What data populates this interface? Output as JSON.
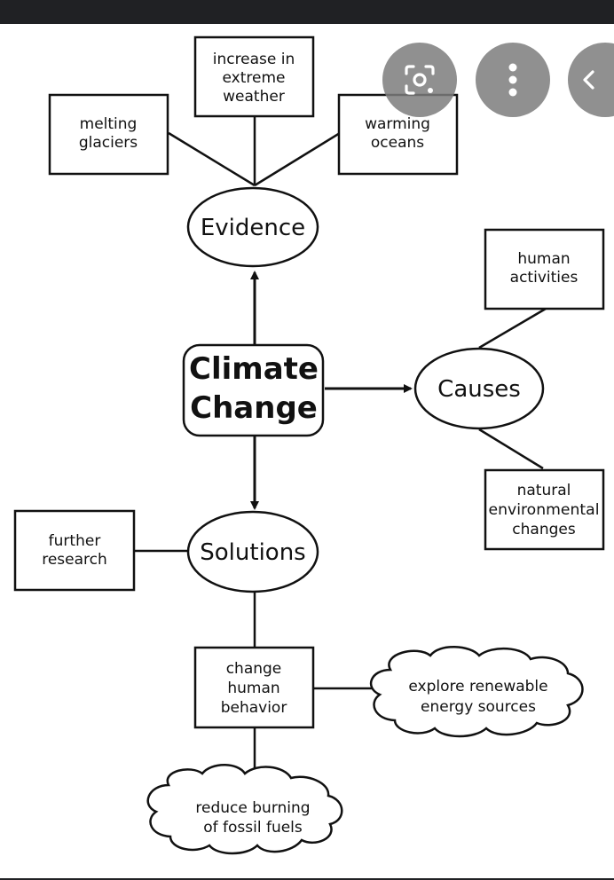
{
  "center": {
    "line1": "Climate",
    "line2": "Change"
  },
  "nodes": {
    "evidence": "Evidence",
    "causes": "Causes",
    "solutions": "Solutions"
  },
  "evidence_items": {
    "melting_glaciers": [
      "melting",
      "glaciers"
    ],
    "increase_extreme_weather": [
      "increase in",
      "extreme",
      "weather"
    ],
    "warming_oceans": [
      "warming",
      "oceans"
    ]
  },
  "cause_items": {
    "human_activities": [
      "human",
      "activities"
    ],
    "natural_changes": [
      "natural",
      "environmental",
      "changes"
    ]
  },
  "solution_items": {
    "further_research": [
      "further",
      "research"
    ],
    "change_behavior": [
      "change",
      "human",
      "behavior"
    ],
    "renewable": [
      "explore renewable",
      "energy sources"
    ],
    "fossil_fuels": [
      "reduce burning",
      "of fossil fuels"
    ]
  },
  "overlay_icons": [
    "lens-icon",
    "more-vert-icon",
    "chevron-left-icon"
  ],
  "colors": {
    "background": "#ffffff",
    "ink": "#111111",
    "chrome": "#202124",
    "button": "#7d7d7d"
  }
}
